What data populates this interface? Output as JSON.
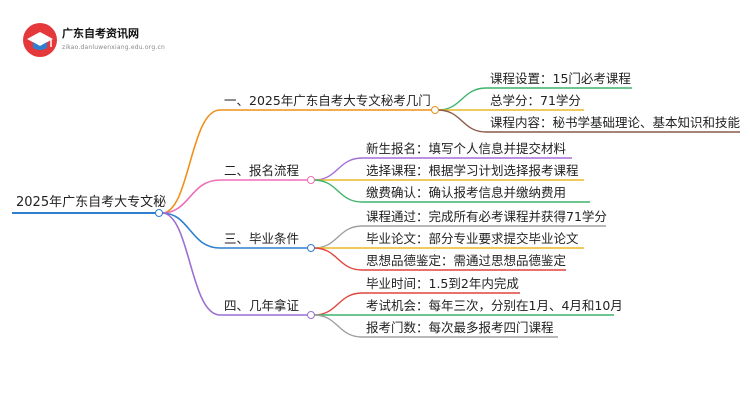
{
  "logo": {
    "site_name": "广东自考资讯网",
    "site_url": "zikao.danluwenxiang.edu.org.cn",
    "icon": "graduation-cap-icon"
  },
  "colors": {
    "root": "#2f7fd0",
    "branch1": "#f0901c",
    "branch2": "#ee6fb5",
    "branch3": "#2f7fd0",
    "branch4": "#9b6fd3",
    "leaf_green": "#3db36b",
    "leaf_yellow": "#e9b82a",
    "leaf_brown": "#8a5a4a",
    "leaf_purple": "#a36fd6",
    "leaf_red": "#e1443c",
    "leaf_gray": "#a0a0a0"
  },
  "root": {
    "label": "2025年广东自考大专文秘"
  },
  "branches": [
    {
      "label": "一、2025年广东自考大专文秘考几门",
      "children": [
        "课程设置：15门必考课程",
        "总学分：71学分",
        "课程内容：秘书学基础理论、基本知识和技能"
      ]
    },
    {
      "label": "二、报名流程",
      "children": [
        "新生报名：填写个人信息并提交材料",
        "选择课程：根据学习计划选择报考课程",
        "缴费确认：确认报考信息并缴纳费用"
      ]
    },
    {
      "label": "三、毕业条件",
      "children": [
        "课程通过：完成所有必考课程并获得71学分",
        "毕业论文：部分专业要求提交毕业论文",
        "思想品德鉴定：需通过思想品德鉴定"
      ]
    },
    {
      "label": "四、几年拿证",
      "children": [
        "毕业时间：1.5到2年内完成",
        "考试机会：每年三次，分别在1月、4月和10月",
        "报考门数：每次最多报考四门课程"
      ]
    }
  ]
}
